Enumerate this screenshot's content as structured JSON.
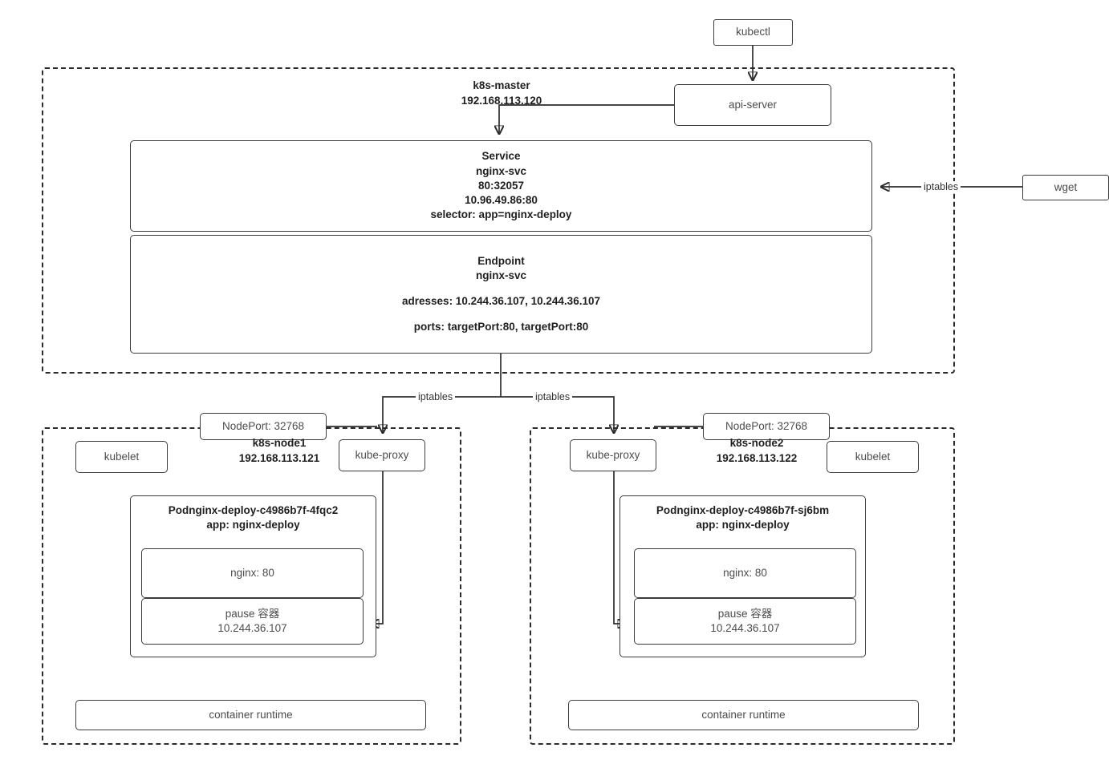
{
  "diagram": {
    "title": "Kubernetes NodePort Service traffic flow",
    "accent_color": "#2d2d2d",
    "text_color": "#4d4d4d",
    "bold_text_color": "#1f1f1f",
    "background": "#ffffff"
  },
  "external": {
    "kubectl": "kubectl",
    "wget": "wget"
  },
  "master": {
    "zone_label": "k8s-master\n192.168.113.120",
    "name": "k8s-master",
    "ip": "192.168.113.120",
    "api_server": "api-server",
    "service": {
      "title": "Service",
      "name": "nginx-svc",
      "ports": "80:32057",
      "cluster_ip": "10.96.49.86:80",
      "selector": "selector: app=nginx-deploy"
    },
    "endpoint": {
      "title": "Endpoint",
      "name": "nginx-svc",
      "addresses": "adresses: 10.244.36.107, 10.244.36.107",
      "ports": "ports: targetPort:80, targetPort:80"
    }
  },
  "edges": {
    "iptables_wget": "iptables",
    "iptables_left": "iptables",
    "iptables_right": "iptables"
  },
  "nodes": [
    {
      "id": "node1",
      "zone_label": "k8s-node1\n192.168.113.121",
      "name": "k8s-node1",
      "ip": "192.168.113.121",
      "nodeport": "NodePort: 32768",
      "kubelet": "kubelet",
      "kube_proxy": "kube-proxy",
      "container_runtime": "container runtime",
      "pod": {
        "name": "Podnginx-deploy-c4986b7f-4fqc2",
        "label": "app: nginx-deploy",
        "containers": [
          {
            "name": "nginx: 80"
          },
          {
            "name": "pause 容器",
            "ip": "10.244.36.107"
          }
        ]
      }
    },
    {
      "id": "node2",
      "zone_label": "k8s-node2\n192.168.113.122",
      "name": "k8s-node2",
      "ip": "192.168.113.122",
      "nodeport": "NodePort: 32768",
      "kubelet": "kubelet",
      "kube_proxy": "kube-proxy",
      "container_runtime": "container runtime",
      "pod": {
        "name": "Podnginx-deploy-c4986b7f-sj6bm",
        "label": "app: nginx-deploy",
        "containers": [
          {
            "name": "nginx: 80"
          },
          {
            "name": "pause 容器",
            "ip": "10.244.36.107"
          }
        ]
      }
    }
  ]
}
